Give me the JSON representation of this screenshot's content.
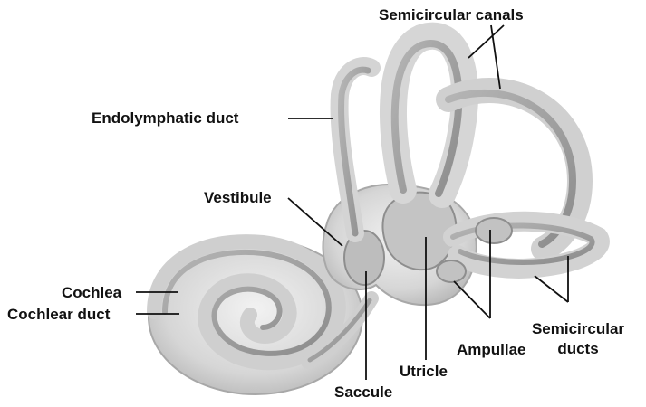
{
  "labels": {
    "semicircular_canals": "Semicircular canals",
    "endolymphatic_duct": "Endolymphatic duct",
    "vestibule": "Vestibule",
    "cochlea": "Cochlea",
    "cochlear_duct": "Cochlear duct",
    "semicircular_ducts_line1": "Semicircular",
    "semicircular_ducts_line2": "ducts",
    "ampullae": "Ampullae",
    "utricle": "Utricle",
    "saccule": "Saccule"
  },
  "colors": {
    "bony_labyrinth": "#d9d9d9",
    "membranous_labyrinth": "#9a9a9a",
    "leader_line": "#111111",
    "text": "#111111"
  }
}
